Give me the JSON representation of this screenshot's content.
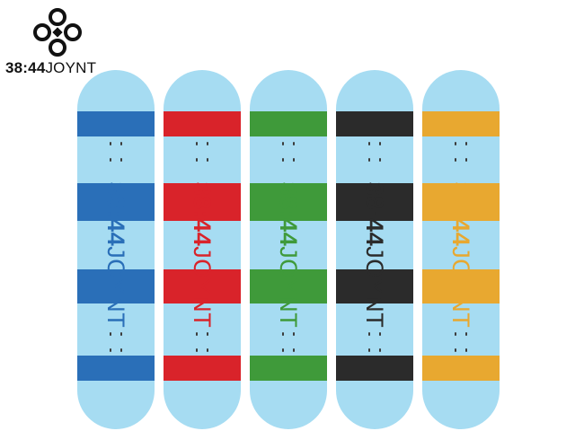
{
  "brand": {
    "name_bold": "38:44",
    "name_light": "JOYNT",
    "logo_icon": "quatrefoil-knot-icon"
  },
  "decks": [
    {
      "text_bold": "38:44",
      "text_light": "JOYNT",
      "stripe_color": "#2a6fb8",
      "text_color": "#2a6fb8"
    },
    {
      "text_bold": "38:44",
      "text_light": "JOYNT",
      "stripe_color": "#d9232a",
      "text_color": "#d9232a"
    },
    {
      "text_bold": "38:44",
      "text_light": "JOYNT",
      "stripe_color": "#3f9a3a",
      "text_color": "#3f9a3a"
    },
    {
      "text_bold": "38:44",
      "text_light": "JOYNT",
      "stripe_color": "#2b2b2b",
      "text_color": "#2b2b2b"
    },
    {
      "text_bold": "38:44",
      "text_light": "JOYNT",
      "stripe_color": "#e8a830",
      "text_color": "#e8a830"
    }
  ],
  "colors": {
    "deck_base": "#a6dcf2"
  }
}
